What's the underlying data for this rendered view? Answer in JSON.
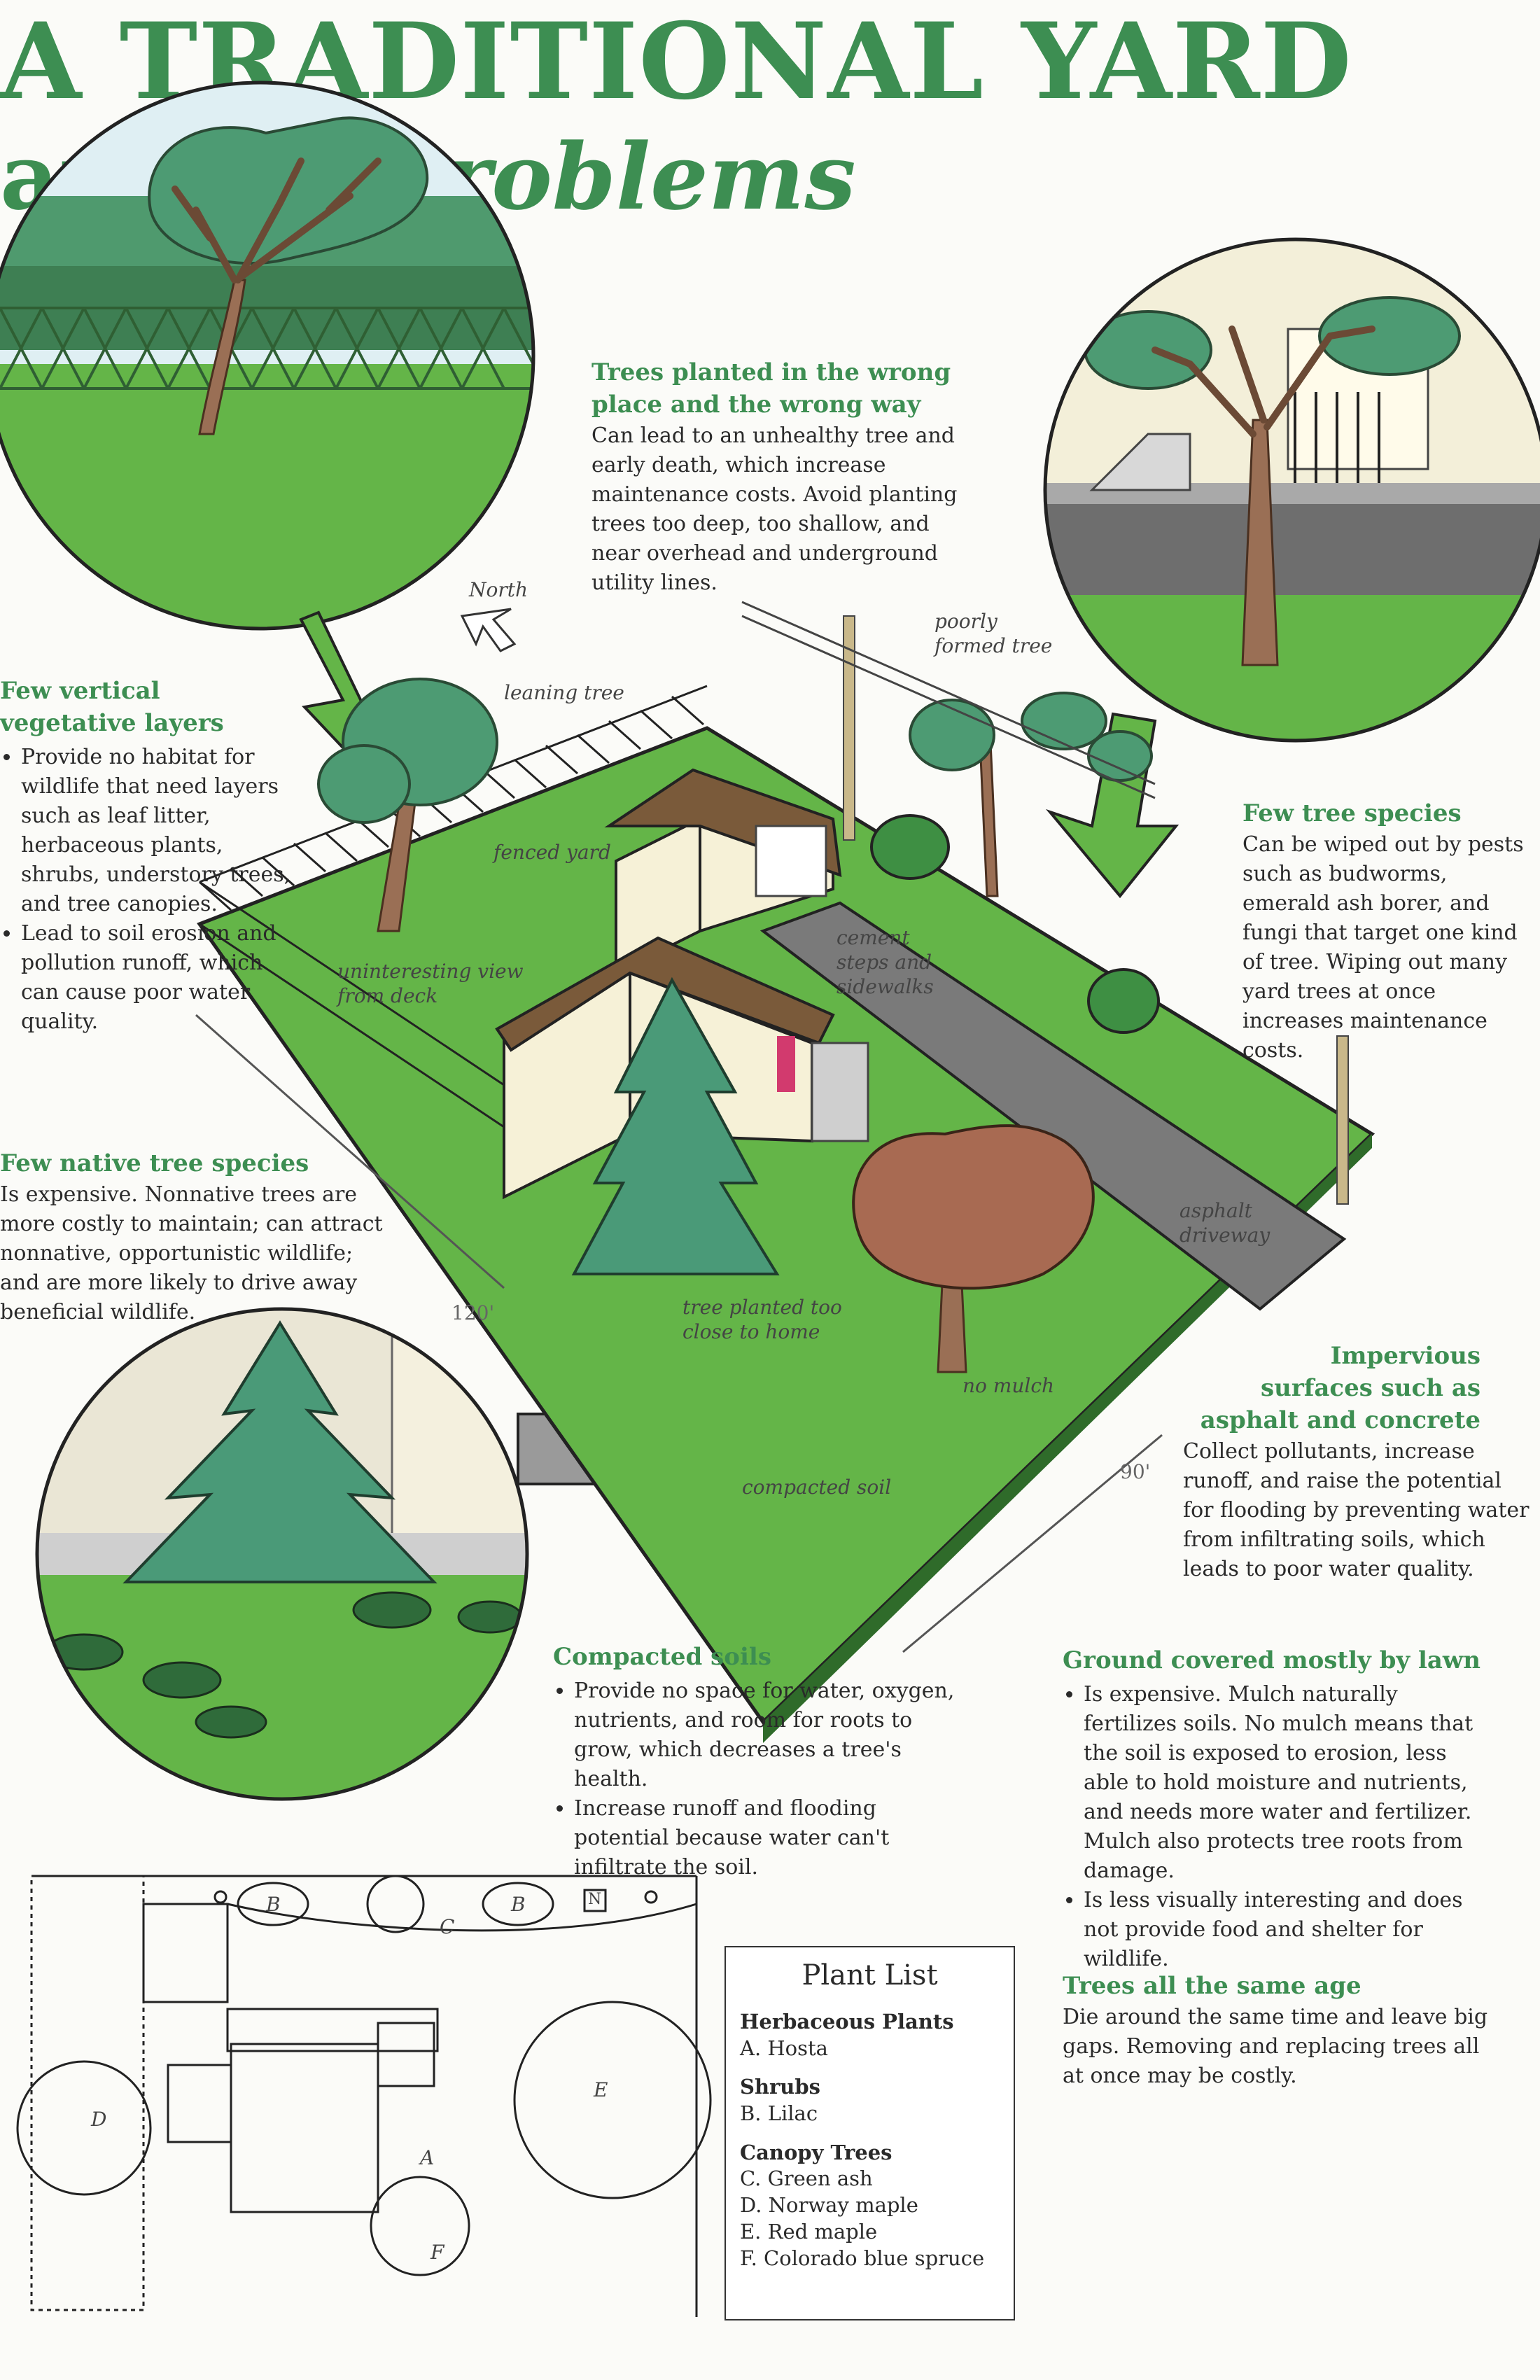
{
  "title": {
    "line1": "A TRADITIONAL YARD",
    "line2_plain": "and its ",
    "line2_italic": "problems"
  },
  "sections": {
    "trees_wrong_place": {
      "heading_line1": "Trees planted in the wrong",
      "heading_line2": "place and the wrong way",
      "body": "Can lead to an unhealthy tree and early death, which increase maintenance costs. Avoid planting trees too deep, too shallow, and near overhead and underground utility lines."
    },
    "vertical_layers": {
      "heading_line1": "Few vertical",
      "heading_line2": "vegetative layers",
      "bullets": [
        "Provide no habitat for wildlife that need layers such as leaf litter, herbaceous plants, shrubs, understory trees, and tree canopies.",
        "Lead to soil erosion and pollution runoff, which can cause poor water quality."
      ]
    },
    "native_species": {
      "heading": "Few native tree species",
      "body": "Is expensive. Nonnative trees are more costly to maintain; can attract nonnative, opportunistic wildlife; and are more likely to drive away beneficial wildlife."
    },
    "tree_species": {
      "heading": "Few tree species",
      "body": "Can be wiped out by pests such as budworms, emerald ash borer, and fungi that target one kind of tree. Wiping out many yard trees at once increases maintenance costs."
    },
    "impervious": {
      "heading_line1": "Impervious",
      "heading_line2": "surfaces such as",
      "heading_line3": "asphalt and concrete",
      "body": "Collect pollutants, increase runoff, and raise the potential for flooding by preventing water from infiltrating soils, which leads to poor water quality."
    },
    "compacted": {
      "heading": "Compacted soils",
      "bullets": [
        "Provide no space for water, oxygen, nutrients, and room for roots to grow, which decreases a tree's health.",
        "Increase runoff and flooding potential because water can't infiltrate the soil."
      ]
    },
    "lawn": {
      "heading": "Ground covered mostly by lawn",
      "bullets": [
        "Is expensive. Mulch naturally fertilizes soils. No mulch means that the soil is exposed to erosion, less able to hold moisture and nutrients, and needs more water and fertilizer. Mulch also protects tree roots from damage.",
        "Is less visually interesting and does not provide food and shelter for wildlife."
      ]
    },
    "same_age": {
      "heading": "Trees all the same age",
      "body": "Die around the same time and leave big gaps. Removing and replacing trees all at once may be costly."
    }
  },
  "labels": {
    "north": "North",
    "leaning_tree": "leaning tree",
    "poorly_formed_1": "poorly",
    "poorly_formed_2": "formed tree",
    "fenced_yard": "fenced yard",
    "view_1": "uninteresting view",
    "view_2": "from deck",
    "cement_1": "cement",
    "cement_2": "steps and",
    "cement_3": "sidewalks",
    "asphalt_1": "asphalt",
    "asphalt_2": "driveway",
    "tree_close_1": "tree planted too",
    "tree_close_2": "close to home",
    "no_mulch": "no mulch",
    "compacted_soil": "compacted soil",
    "dim_120": "120'",
    "dim_90": "90'"
  },
  "plan_letters": {
    "b1": "B",
    "b2": "B",
    "c": "C",
    "n": "N",
    "d": "D",
    "e": "E",
    "a": "A",
    "f": "F"
  },
  "plant_list": {
    "title": "Plant List",
    "groups": [
      {
        "heading": "Herbaceous Plants",
        "items": [
          "A. Hosta"
        ]
      },
      {
        "heading": "Shrubs",
        "items": [
          "B. Lilac"
        ]
      },
      {
        "heading": "Canopy Trees",
        "items": [
          "C. Green ash",
          "D. Norway maple",
          "E. Red maple",
          "F. Colorado blue spruce"
        ]
      }
    ]
  },
  "colors": {
    "title_green": "#3d8e52",
    "lawn": "#64b548",
    "tree_canopy": "#4a9a78",
    "driveway": "#7a7a7a",
    "mulch_tree": "#a86a52"
  }
}
